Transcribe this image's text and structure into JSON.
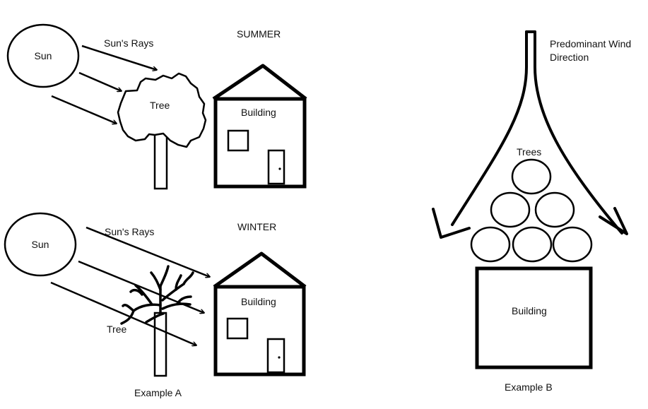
{
  "example_a": {
    "summer": {
      "season_label": "SUMMER",
      "sun_label": "Sun",
      "rays_label": "Sun's Rays",
      "tree_label": "Tree",
      "building_label": "Building"
    },
    "winter": {
      "season_label": "WINTER",
      "sun_label": "Sun",
      "rays_label": "Sun's Rays",
      "tree_label": "Tree",
      "building_label": "Building"
    },
    "caption": "Example A"
  },
  "example_b": {
    "wind_label_line1": "Predominant Wind",
    "wind_label_line2": "Direction",
    "trees_label": "Trees",
    "building_label": "Building",
    "caption": "Example B"
  }
}
